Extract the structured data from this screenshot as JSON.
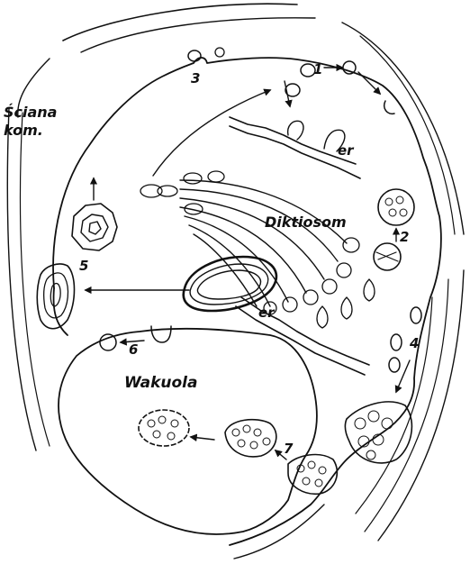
{
  "labels": {
    "wall": [
      "Ściana",
      "kom."
    ],
    "dictyosome": "Diktiosom",
    "er_upper": "er",
    "er_lower": "er",
    "vacuole": "Wakuola"
  },
  "numbers": [
    "1",
    "2",
    "3",
    "4",
    "5",
    "6",
    "7"
  ]
}
